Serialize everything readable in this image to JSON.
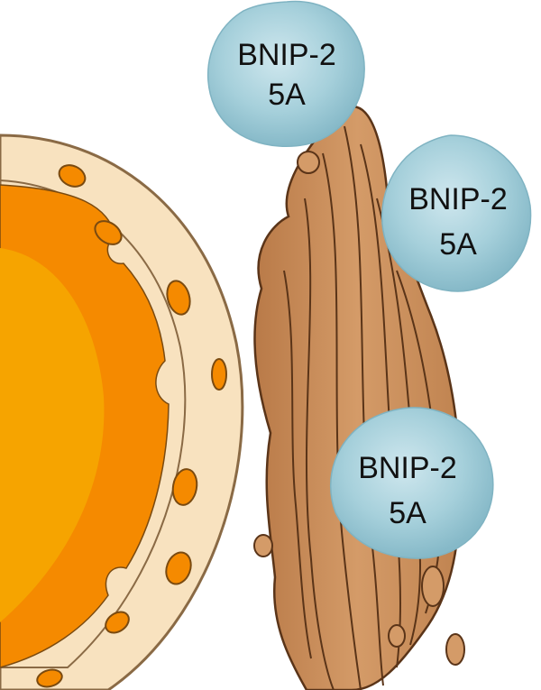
{
  "proteins": [
    {
      "line1": "BNIP-2",
      "line2": "5A"
    },
    {
      "line1": "BNIP-2",
      "line2": "5A"
    },
    {
      "line1": "BNIP-2",
      "line2": "5A"
    }
  ],
  "colors": {
    "nucleus_outer": "#f8e2bf",
    "nucleus_outline": "#8a6a45",
    "nucleus_inner": "#f58a00",
    "nucleus_core": "#f5a000",
    "golgi_fill": "#c98c57",
    "golgi_dark": "#5a3418",
    "golgi_light": "#dca676",
    "protein_fill": "#9fcbd6",
    "protein_edge": "#7fb3c2"
  }
}
